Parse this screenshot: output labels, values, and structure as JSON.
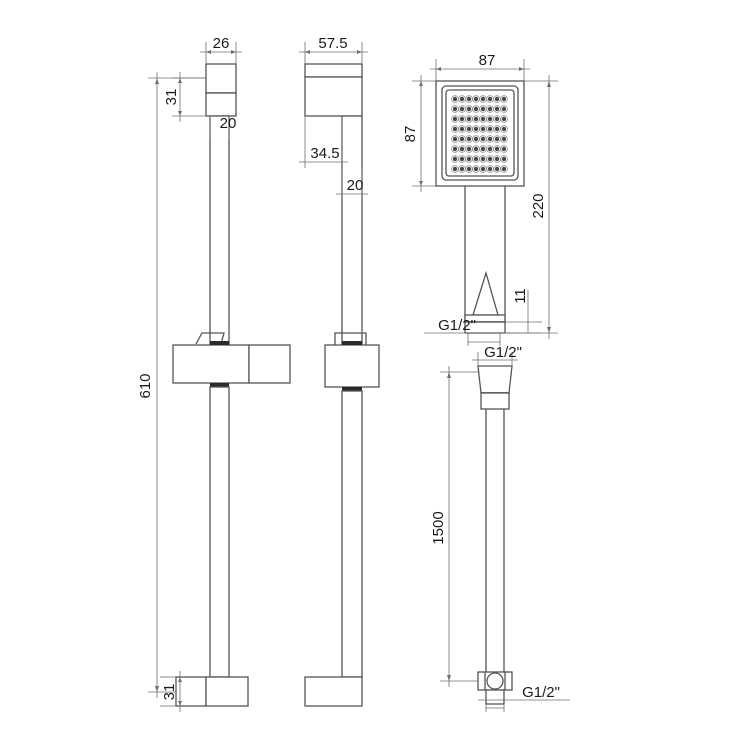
{
  "drawing": {
    "title": "Shower Slide Rail Kit Technical Dimension Drawing",
    "units": "mm",
    "background_color": "#ffffff",
    "line_color": "#555555",
    "dimension_line_color": "#6f6f6f",
    "text_color": "#1a1a1a"
  },
  "views": [
    {
      "name": "slide-rail-front-view",
      "labels": [
        "26",
        "31",
        "20",
        "610",
        "31"
      ]
    },
    {
      "name": "slide-rail-side-view",
      "labels": [
        "57.5",
        "34.5",
        "20"
      ]
    },
    {
      "name": "hand-shower-view",
      "labels": [
        "87",
        "87",
        "220",
        "11",
        "G1/2\""
      ]
    },
    {
      "name": "shower-hose-view",
      "labels": [
        "G1/2\"",
        "1500",
        "G1/2\""
      ]
    }
  ],
  "dimensions": {
    "rail_top_width": "26",
    "rail_top_height": "31",
    "rail_tube_width": "20",
    "rail_total_height": "610",
    "rail_bottom_height": "31",
    "bracket_depth": "57.5",
    "bracket_offset": "34.5",
    "rail_tube_depth": "20",
    "head_width": "87",
    "head_height": "87",
    "handle_length": "220",
    "outlet_height": "11",
    "handle_thread": "G1/2\"",
    "hose_thread_top": "G1/2\"",
    "hose_length": "1500",
    "hose_thread_bottom": "G1/2\""
  },
  "shower_head": {
    "nozzle_grid_cols": 9,
    "nozzle_grid_rows": 9,
    "nozzle_color": "#4a4a4a"
  }
}
